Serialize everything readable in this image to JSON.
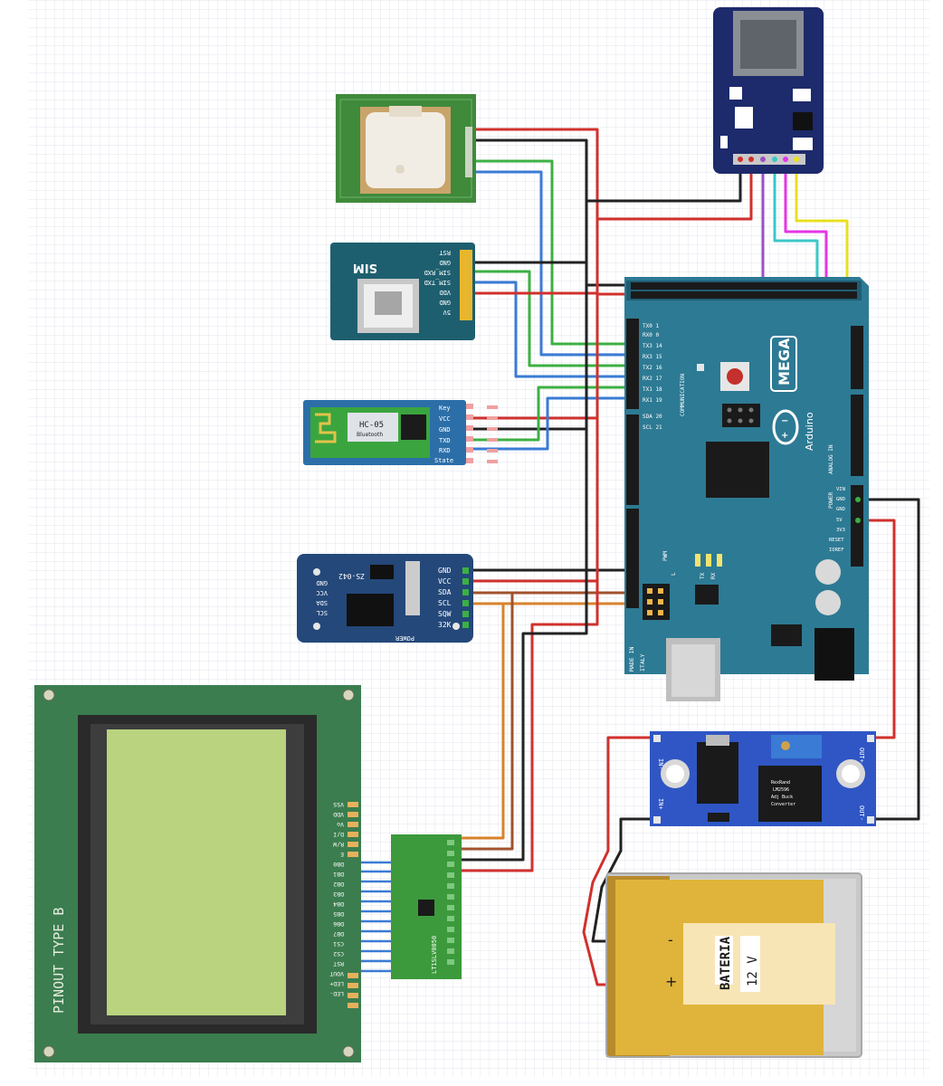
{
  "gps": {
    "label": ""
  },
  "sim": {
    "title": "SIM",
    "pins": [
      "RST",
      "GND",
      "SIM_RXD",
      "SIM_TXD",
      "VDD",
      "GND",
      "5V"
    ]
  },
  "bluetooth": {
    "chip_label": "HC-05",
    "chip_sub": "Bluetooth",
    "pins": [
      "Key",
      "VCC",
      "GND",
      "TXD",
      "RXD",
      "State"
    ]
  },
  "rtc": {
    "title": "ZS-042",
    "pins_right": [
      "GND",
      "VCC",
      "SDA",
      "SCL",
      "SQW",
      "32K"
    ],
    "pins_left": [
      "GND",
      "VCC",
      "SDA",
      "SCL"
    ],
    "power_label": "POWER"
  },
  "arduino": {
    "model": "MEGA",
    "brand": "Arduino",
    "made_in": "MADE IN",
    "italy": "ITALY",
    "communication": "COMMUNICATION",
    "analog_in": "ANALOG IN",
    "power": "POWER",
    "pwm": "PWM",
    "comm_pins": [
      "TX0 1",
      "RX0 0",
      "TX3 14",
      "RX3 15",
      "TX2 16",
      "RX2 17",
      "TX1 18",
      "RX1 19"
    ],
    "digital_labels": [
      "SDA 20",
      "SCL 21"
    ],
    "power_pins": [
      "VIN",
      "GND",
      "GND",
      "5V",
      "3V3",
      "RESET",
      "IOREF"
    ],
    "led_labels": [
      "L",
      "TX",
      "RX"
    ]
  },
  "lcd": {
    "label": "PINOUT TYPE B",
    "pins": [
      "VSS",
      "VDD",
      "Vo",
      "D/I",
      "R/W",
      "E",
      "DB0",
      "DB1",
      "DB2",
      "DB3",
      "DB4",
      "DB5",
      "DB6",
      "DB7",
      "CS1",
      "CS2",
      "RST",
      "VOUT",
      "LED+",
      "LED-"
    ]
  },
  "shifter": {
    "label": "LT1SLV0050"
  },
  "buck": {
    "in_plus": "IN+",
    "in_minus": "IN-",
    "out_plus": "OUT+",
    "out_minus": "OUT-",
    "chip_lines": [
      "RexRand",
      "LM2596",
      "Adj Buck",
      "Converter"
    ]
  },
  "battery": {
    "label": "BATERIA",
    "voltage": "12 V",
    "plus": "+",
    "minus": "-"
  },
  "colors": {
    "wire_red": "#d0312d",
    "wire_black": "#222222",
    "wire_green": "#3cb043",
    "wire_blue": "#3a7bd5",
    "wire_brown": "#a0522d",
    "wire_orange": "#d9822b",
    "wire_purple": "#9b4fc6",
    "wire_magenta": "#e535e5",
    "wire_cyan": "#3cc7c7",
    "wire_yellow": "#e8e020",
    "arduino_blue": "#2d7a94",
    "pcb_green": "#3b7d4f",
    "lcd_screen": "#b9d37f"
  }
}
